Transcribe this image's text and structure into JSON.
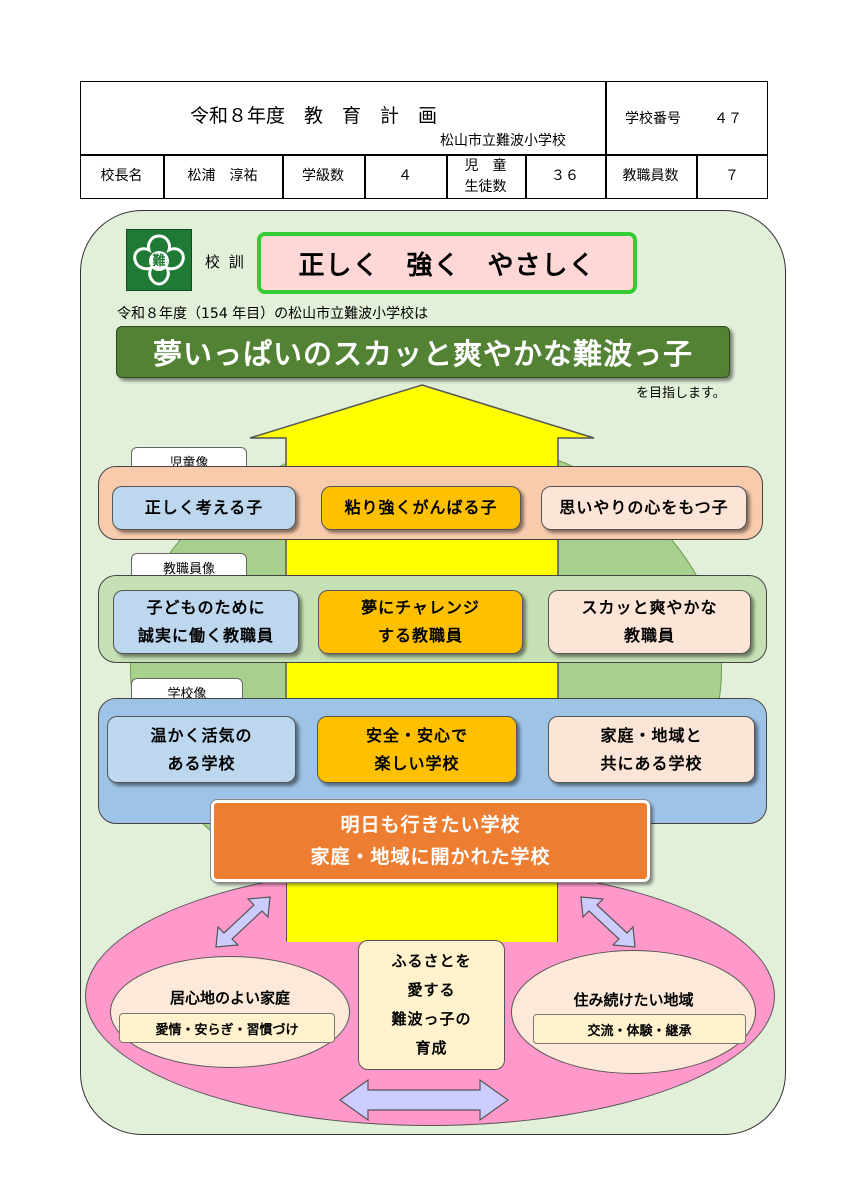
{
  "header": {
    "title": "令和８年度　教　育　計　画",
    "school_name": "松山市立難波小学校",
    "school_number_label": "学校番号",
    "school_number": "４７",
    "principal_label": "校長名",
    "principal_name": "松浦　淳祐",
    "classes_label": "学級数",
    "classes_value": "４",
    "students_label_1": "児　童",
    "students_label_2": "生徒数",
    "students_value": "３６",
    "staff_label": "教職員数",
    "staff_value": "７"
  },
  "motto": {
    "emblem_text": "難",
    "label": "校 訓",
    "text": "正しく　強く　やさしく"
  },
  "intro": {
    "lead": "令和８年度（154 年目）の松山市立難波小学校は",
    "goal": "夢いっぱいのスカッと爽やかな難波っ子",
    "suffix": "を目指します。"
  },
  "children": {
    "label": "児童像",
    "items": [
      "正しく考える子",
      "粘り強くがんばる子",
      "思いやりの心をもつ子"
    ]
  },
  "staff": {
    "label": "教職員像",
    "items": [
      {
        "line1": "子どものために",
        "line2": "誠実に働く教職員"
      },
      {
        "line1": "夢にチャレンジ",
        "line2": "する教職員"
      },
      {
        "line1": "スカッと爽やかな",
        "line2": "教職員"
      }
    ]
  },
  "school": {
    "label": "学校像",
    "items": [
      {
        "line1": "温かく活気の",
        "line2": "ある学校"
      },
      {
        "line1": "安全・安心で",
        "line2": "楽しい学校"
      },
      {
        "line1": "家庭・地域と",
        "line2": "共にある学校"
      }
    ]
  },
  "vision": {
    "line1": "明日も行きたい学校",
    "line2": "家庭・地域に開かれた学校"
  },
  "bottom": {
    "home_title": "居心地のよい家庭",
    "home_sub": "愛情・安らぎ・習慣づけ",
    "center_1": "ふるさとを",
    "center_2": "愛する",
    "center_3": "難波っ子の",
    "center_4": "育成",
    "community_title": "住み続けたい地域",
    "community_sub": "交流・体験・継承"
  },
  "colors": {
    "panel_bg": "#e2efd9",
    "circle": "#a8d08d",
    "arrow": "#ffff00",
    "goal_bg": "#548235",
    "motto_bg": "#ffd7d7",
    "motto_border": "#33cc33",
    "band_children": "#f8cbad",
    "band_staff": "#c5e0b4",
    "band_school": "#9dc3e6",
    "box_blue": "#bdd7ee",
    "box_orange": "#ffc000",
    "box_peach": "#fce4d6",
    "vision_bg": "#ed7d31",
    "ellipse_pink": "#ff99cc",
    "ellipse_light": "#fde9d9",
    "double_arrow": "#ccccff",
    "cream": "#fff2cc"
  }
}
